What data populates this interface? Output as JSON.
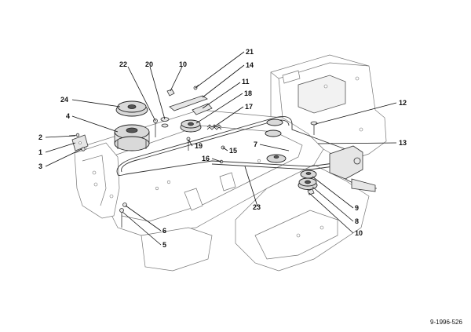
{
  "callouts": [
    {
      "id": "c21a",
      "label": "21"
    },
    {
      "id": "c14",
      "label": "14"
    },
    {
      "id": "c22",
      "label": "22"
    },
    {
      "id": "c20",
      "label": "20"
    },
    {
      "id": "c10a",
      "label": "10"
    },
    {
      "id": "c11",
      "label": "11"
    },
    {
      "id": "c18",
      "label": "18"
    },
    {
      "id": "c17",
      "label": "17"
    },
    {
      "id": "c24",
      "label": "24"
    },
    {
      "id": "c4",
      "label": "4"
    },
    {
      "id": "c12",
      "label": "12"
    },
    {
      "id": "c2",
      "label": "2"
    },
    {
      "id": "c1",
      "label": "1"
    },
    {
      "id": "c3",
      "label": "3"
    },
    {
      "id": "c19",
      "label": "19"
    },
    {
      "id": "c15",
      "label": "15"
    },
    {
      "id": "c7",
      "label": "7"
    },
    {
      "id": "c13",
      "label": "13"
    },
    {
      "id": "c16",
      "label": "16"
    },
    {
      "id": "c23",
      "label": "23"
    },
    {
      "id": "c9",
      "label": "9"
    },
    {
      "id": "c8",
      "label": "8"
    },
    {
      "id": "c10b",
      "label": "10"
    },
    {
      "id": "c6",
      "label": "6"
    },
    {
      "id": "c5",
      "label": "5"
    }
  ],
  "figure_number": "9-1996-526"
}
